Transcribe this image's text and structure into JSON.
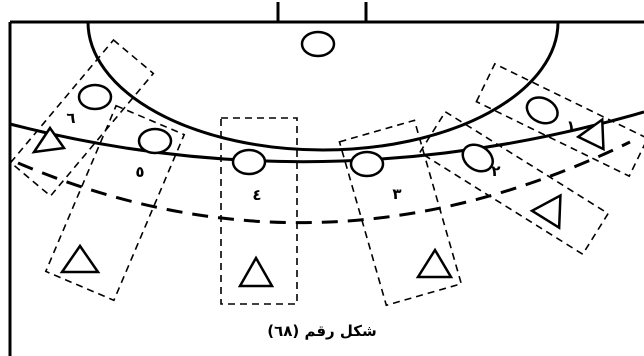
{
  "figure": {
    "caption": "شكل رقم (٦٨)"
  },
  "zones": [
    {
      "number": "١"
    },
    {
      "number": "٢"
    },
    {
      "number": "٣"
    },
    {
      "number": "٤"
    },
    {
      "number": "٥"
    },
    {
      "number": "٦"
    }
  ],
  "colors": {
    "line": "#000000",
    "background": "#ffffff"
  }
}
